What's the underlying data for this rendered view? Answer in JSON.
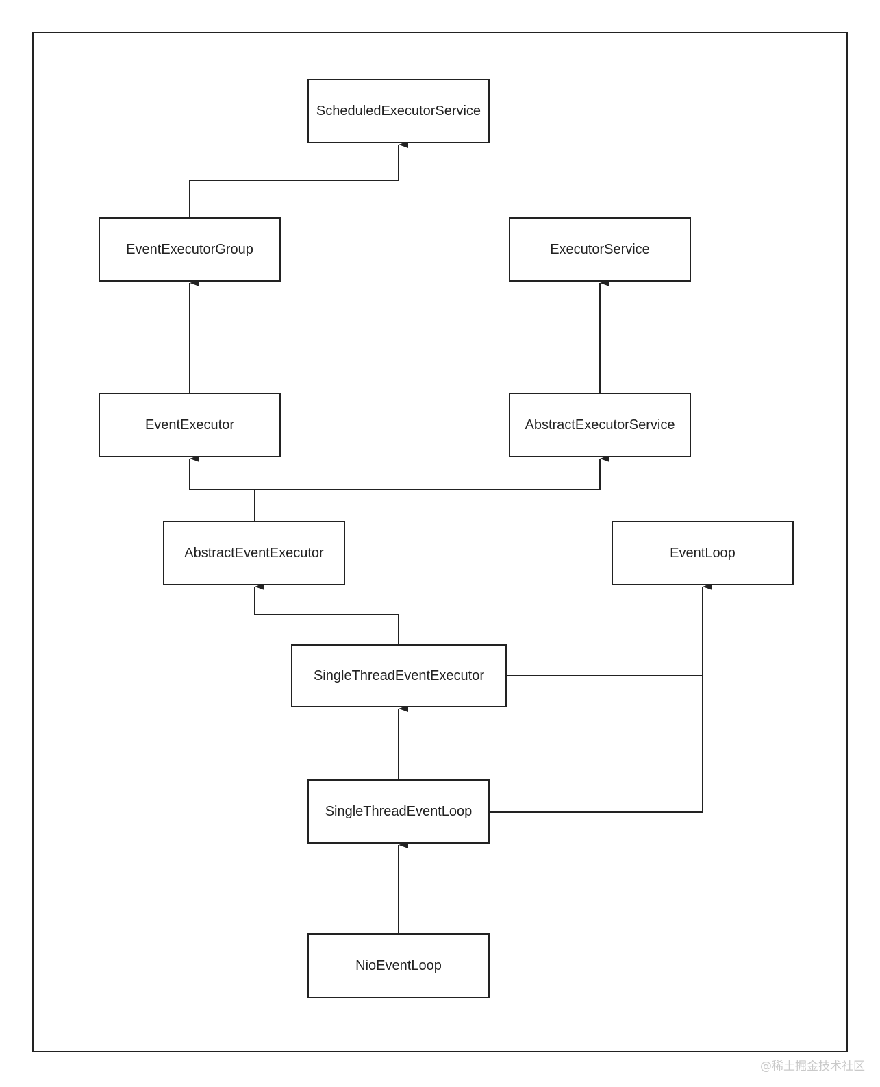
{
  "diagram": {
    "nodes": {
      "scheduled_executor_service": "ScheduledExecutorService",
      "event_executor_group": "EventExecutorGroup",
      "executor_service": "ExecutorService",
      "event_executor": "EventExecutor",
      "abstract_executor_service": "AbstractExecutorService",
      "abstract_event_executor": "AbstractEventExecutor",
      "event_loop": "EventLoop",
      "single_thread_event_executor": "SingleThreadEventExecutor",
      "single_thread_event_loop": "SingleThreadEventLoop",
      "nio_event_loop": "NioEventLoop"
    },
    "edges": [
      {
        "from": "EventExecutorGroup",
        "to": "ScheduledExecutorService"
      },
      {
        "from": "EventExecutor",
        "to": "EventExecutorGroup"
      },
      {
        "from": "AbstractExecutorService",
        "to": "ExecutorService"
      },
      {
        "from": "AbstractEventExecutor",
        "to": "EventExecutor"
      },
      {
        "from": "AbstractEventExecutor",
        "to": "AbstractExecutorService"
      },
      {
        "from": "SingleThreadEventExecutor",
        "to": "AbstractEventExecutor"
      },
      {
        "from": "SingleThreadEventExecutor",
        "to": "EventLoop"
      },
      {
        "from": "SingleThreadEventLoop",
        "to": "SingleThreadEventExecutor"
      },
      {
        "from": "SingleThreadEventLoop",
        "to": "EventLoop"
      },
      {
        "from": "NioEventLoop",
        "to": "SingleThreadEventLoop"
      }
    ]
  },
  "watermark": "@稀土掘金技术社区"
}
